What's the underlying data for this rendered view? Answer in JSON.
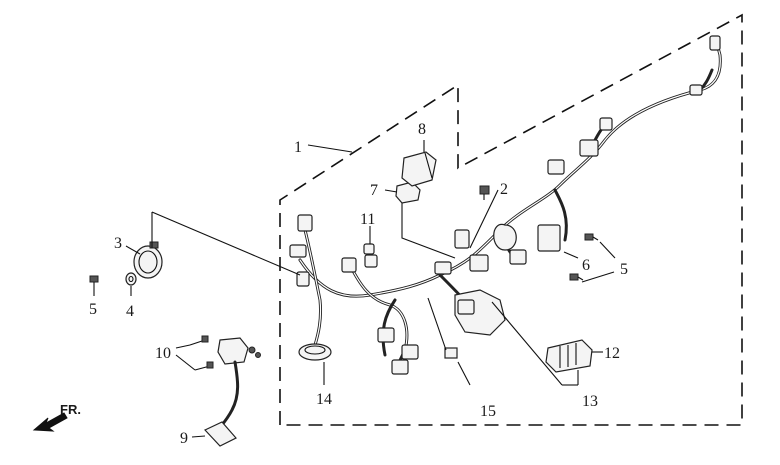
{
  "diagram": {
    "labels": {
      "l1": "1",
      "l2": "2",
      "l3": "3",
      "l4": "4",
      "l5a": "5",
      "l5b": "5",
      "l6": "6",
      "l7": "7",
      "l8": "8",
      "l9": "9",
      "l10": "10",
      "l11": "11",
      "l12": "12",
      "l13": "13",
      "l14": "14",
      "l15": "15"
    },
    "direction_marker": "FR."
  }
}
